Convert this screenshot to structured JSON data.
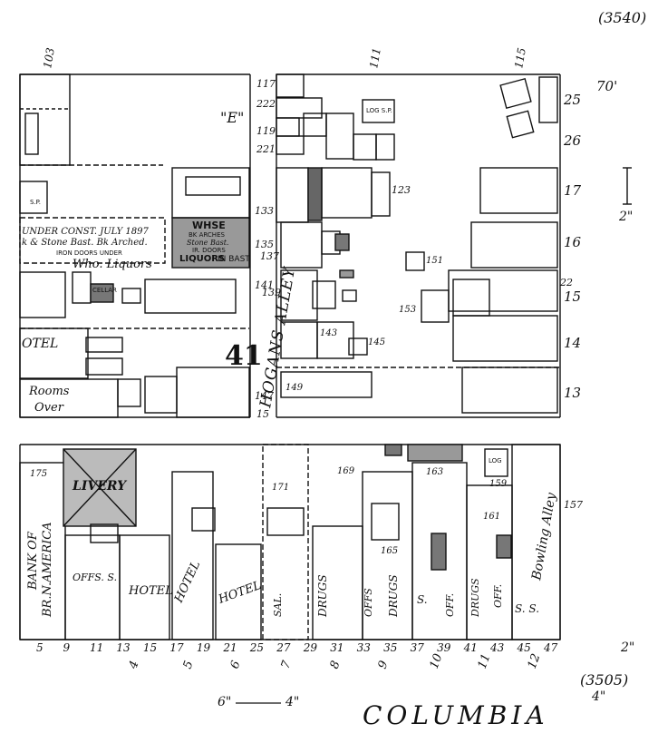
{
  "sheet": {
    "ref_top": "(3540)",
    "ref_bottom": "(3505)",
    "block_number": "41",
    "street_main": "COLUMBIA",
    "street_width_top": "70'",
    "street_width_right": "2\"",
    "dim_bottom_1": "6\"",
    "dim_bottom_2": "4\"",
    "dim_bottom_3": "4\"",
    "dim_right_bottom": "2\""
  },
  "alley": {
    "name": "HOGANS ALLEY",
    "label_e": "\"E\"",
    "num_top": "117",
    "nums": [
      "222",
      "119",
      "221",
      "133",
      "135",
      "137",
      "141",
      "139",
      "147",
      "15"
    ]
  },
  "top_block": {
    "left_numbers": [
      "103"
    ],
    "top_numbers": [
      "111",
      "115"
    ],
    "right_numbers": [
      "25",
      "26",
      "17",
      "16",
      "22",
      "15",
      "14",
      "13"
    ],
    "labels": {
      "under_const": "UNDER CONST. JULY 1897",
      "stone_bast": "k & Stone Bast. Bk Arched.",
      "iron_doors": "IRON DOORS UNDER",
      "who_liquors": "Who. Liquors",
      "whse": "WHSE",
      "whse_sub1": "BK ARCHES",
      "whse_sub2": "Stone Bast.",
      "whse_sub3": "IR. DOORS",
      "whse_sub4": "LIQUORS",
      "whse_sub5": "IN BAST",
      "cellar": "CELLAR",
      "hotel": "OTEL",
      "rooms": "Rooms",
      "over": "Over",
      "sp": "S.P.",
      "log_sp": "LOG S.P.",
      "n123": "123",
      "n151": "151",
      "n153": "153",
      "n143": "143",
      "n145": "145",
      "n149": "149"
    }
  },
  "bottom_block": {
    "side_number": "157",
    "street_numbers": [
      "5",
      "9",
      "11",
      "13",
      "15",
      "17",
      "19",
      "21",
      "25",
      "27",
      "29",
      "31",
      "33",
      "35",
      "37",
      "39",
      "41",
      "43",
      "45",
      "47"
    ],
    "lot_numbers": [
      "4",
      "5",
      "6",
      "7",
      "8",
      "9",
      "10",
      "11",
      "12"
    ],
    "buildings": {
      "bank_1": "BANK OF",
      "bank_2": "BR.N.AMERICA",
      "livery": "LIVERY",
      "offs_s": "OFFS. S.",
      "hotel1": "HOTEL",
      "hotel2": "HOTEL",
      "hotel3": "HOTEL",
      "sal": "SAL.",
      "drugs1": "DRUGS",
      "offs2": "OFFS",
      "drugs2": "DRUGS",
      "s_off": "S.",
      "off": "OFF.",
      "drugs3": "DRUGS",
      "off2": "OFF.",
      "bowling": "Bowling Alley",
      "s_s": "S. S.",
      "n175": "175",
      "n171": "171",
      "n169": "169",
      "n163": "163",
      "n165": "165",
      "n159": "159",
      "n161": "161",
      "log": "LOG"
    }
  }
}
